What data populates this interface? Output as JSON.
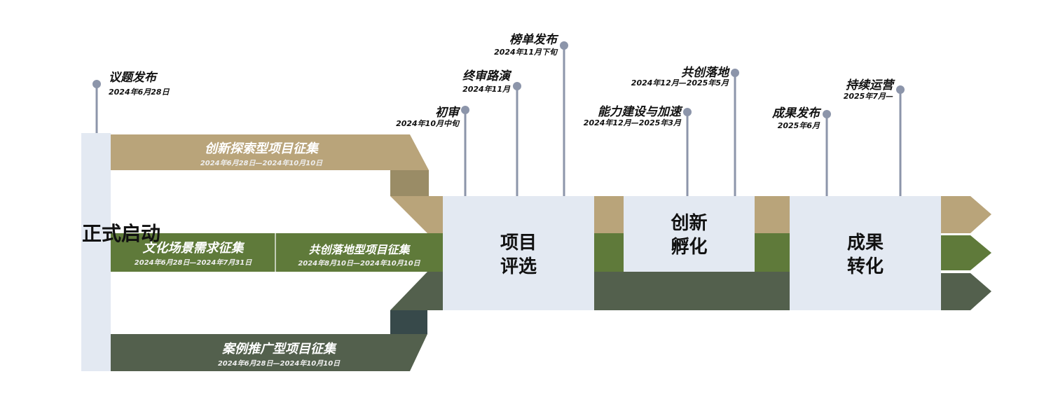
{
  "colors": {
    "tan": "#b9a47a",
    "tan_dark": "#9a8c66",
    "green": "#5f7a3a",
    "slate": "#53604d",
    "slate_dark": "#37494a",
    "panel": "#e3e9f2",
    "pin": "#8c95aa"
  },
  "start": {
    "label": "正式启动"
  },
  "bands": {
    "innovation": {
      "title": "创新探索型项目征集",
      "date": "2024年6月28日—2024年10月10日"
    },
    "culture": {
      "title": "文化场景需求征集",
      "date": "2024年6月28日—2024年7月31日"
    },
    "cocreate": {
      "title": "共创落地型项目征集",
      "date": "2024年8月10日—2024年10月10日"
    },
    "case": {
      "title": "案例推广型项目征集",
      "date": "2024年6月28日—2024年10月10日"
    }
  },
  "stages": {
    "review": {
      "line1": "项目",
      "line2": "评选"
    },
    "incubate": {
      "line1": "创新",
      "line2": "孵化"
    },
    "transform": {
      "line1": "成果",
      "line2": "转化"
    }
  },
  "milestones": [
    {
      "title": "议题发布",
      "date": "2024年6月28日"
    },
    {
      "title": "初审",
      "date": "2024年10月中旬"
    },
    {
      "title": "终审路演",
      "date": "2024年11月"
    },
    {
      "title": "榜单发布",
      "date": "2024年11月下旬"
    },
    {
      "title": "能力建设与加速",
      "date": "2024年12月—2025年3月"
    },
    {
      "title": "共创落地",
      "date": "2024年12月—2025年5月"
    },
    {
      "title": "成果发布",
      "date": "2025年6月"
    },
    {
      "title": "持续运营",
      "date": "2025年7月—"
    }
  ]
}
